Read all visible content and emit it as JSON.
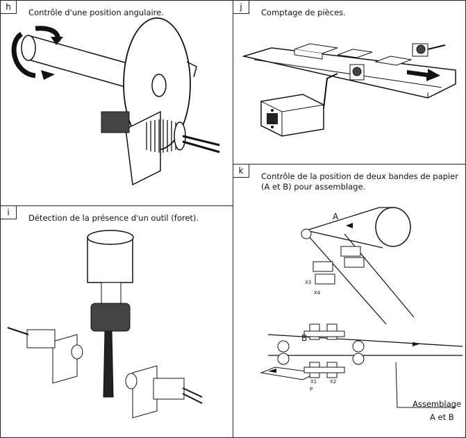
{
  "panels": {
    "h": {
      "tag": "h",
      "title": "Contrôle d'une position angulaire."
    },
    "j": {
      "tag": "j",
      "title": "Comptage de pièces."
    },
    "i": {
      "tag": "i",
      "title": "Détection de la présence d'un outil (foret)."
    },
    "k": {
      "tag": "k",
      "title_line1": "Contrôle de la position de deux bandes de papier",
      "title_line2": "(A et B) pour assemblage."
    }
  },
  "labels": {
    "band_a": "A",
    "band_b": "B",
    "assembly_line1": "Assemblage",
    "assembly_line2": "A et B",
    "sensor_p": "P",
    "sensor_x3": "X3",
    "sensor_x4": "X4",
    "sensor_x1": "X1",
    "sensor_x2": "X2"
  }
}
